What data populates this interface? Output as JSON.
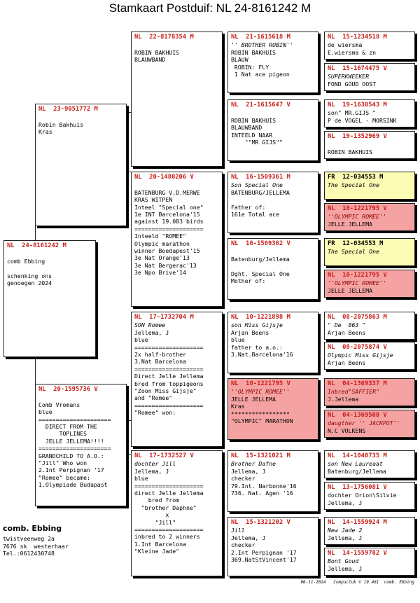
{
  "title": "Stamkaart Postduif: NL  24-8161242 M",
  "owner": {
    "name": "comb. Ebbing",
    "lines": [
      "twistveenweg 2a",
      "7676 sk  westerhaar",
      "Tel.:0612430748"
    ]
  },
  "footer": "06-11-2024   Compuclub © [9.46]  comb. Ebbing",
  "cards": {
    "subject": {
      "id": "NL  24-8161242 M",
      "lines": [
        {
          "t": ""
        },
        {
          "t": "comb Ebbing"
        },
        {
          "t": ""
        },
        {
          "t": "schenking ons"
        },
        {
          "t": "genoegen 2024"
        }
      ]
    },
    "sire": {
      "id": "NL  23-9051772 M",
      "lines": [
        {
          "t": ""
        },
        {
          "t": "Robin Bakhuis"
        },
        {
          "t": "Kras"
        }
      ]
    },
    "dam": {
      "id": "NL  20-1595736 V",
      "lines": [
        {
          "t": ""
        },
        {
          "t": "Comb Vromans"
        },
        {
          "t": "blue"
        },
        {
          "t": "====================="
        },
        {
          "t": "  DIRECT FROM THE"
        },
        {
          "t": "      TOPLINES"
        },
        {
          "t": "  JELLE JELLEMA!!!!"
        },
        {
          "t": "====================="
        },
        {
          "t": "GRANDCHILD TO A.O.:"
        },
        {
          "t": "\"Jill\" Who won"
        },
        {
          "t": "2.Int Perpignan '17"
        },
        {
          "t": "\"Romee\" became:"
        },
        {
          "t": "1.Olympiade Budapast"
        }
      ]
    },
    "ss": {
      "id": "NL  22-8178354 M",
      "lines": [
        {
          "t": ""
        },
        {
          "t": "ROBIN BAKHUIS"
        },
        {
          "t": "BLAUWBAND"
        }
      ]
    },
    "sd": {
      "id": "NL  20-1480206 V",
      "lines": [
        {
          "t": ""
        },
        {
          "t": "BATENBURG V.D.MERWE"
        },
        {
          "t": "KRAS WITPEN"
        },
        {
          "t": "Inteel \"Special one\""
        },
        {
          "t": "1e INT Barcelona'15"
        },
        {
          "t": "against 19.083 birds"
        },
        {
          "t": "===================="
        },
        {
          "t": "Inteeld \"ROMEE\""
        },
        {
          "t": "Olympic marathon"
        },
        {
          "t": "winner Boedapest'15"
        },
        {
          "t": "3e Nat Orange'13"
        },
        {
          "t": "3e Nat Bergerac'13"
        },
        {
          "t": "3e Npo Brive'14"
        }
      ]
    },
    "ds": {
      "id": "NL  17-1732704 M",
      "lines": [
        {
          "t": "SON Romee",
          "i": true
        },
        {
          "t": "Jellema, J"
        },
        {
          "t": "blue"
        },
        {
          "t": "===================="
        },
        {
          "t": "2x half-brother"
        },
        {
          "t": "3.Nat Barcelona"
        },
        {
          "t": "===================="
        },
        {
          "t": "Direct Jelle Jellema"
        },
        {
          "t": "bred from toppigeons"
        },
        {
          "t": "\"Zoon Miss Gijsje\""
        },
        {
          "t": "and \"Romee\""
        },
        {
          "t": "===================="
        },
        {
          "t": "\"Romee\" won:"
        }
      ]
    },
    "dd": {
      "id": "NL  17-1732527 V",
      "lines": [
        {
          "t": "dochter Jill",
          "i": true
        },
        {
          "t": "Jellema, J"
        },
        {
          "t": "blue"
        },
        {
          "t": "===================="
        },
        {
          "t": "direct Jelle Jellema"
        },
        {
          "t": "    bred from"
        },
        {
          "t": "  \"brother Daphne\""
        },
        {
          "t": "         x"
        },
        {
          "t": "      \"Jill\""
        },
        {
          "t": "===================="
        },
        {
          "t": "inbred to 2 winners"
        },
        {
          "t": "1.Int Barcelona"
        },
        {
          "t": "\"Kleine Jade\""
        }
      ]
    },
    "sss": {
      "id": "NL  21-1615618 M",
      "lines": [
        {
          "t": "'' BROTHER ROBIN''",
          "i": true
        },
        {
          "t": "ROBIN BAKHUIS"
        },
        {
          "t": "BLAUW"
        },
        {
          "t": " ROBIN: FLY"
        },
        {
          "t": " 1 Nat ace pigeon"
        }
      ]
    },
    "ssd": {
      "id": "NL  21-1615647 V",
      "lines": [
        {
          "t": ""
        },
        {
          "t": "ROBIN BAKHUIS"
        },
        {
          "t": "BLAUWBAND"
        },
        {
          "t": "INTEELD NAAR"
        },
        {
          "t": "    \"\"MR GIJS\"\""
        }
      ]
    },
    "sds": {
      "id": "NL  16-1509361 M",
      "lines": [
        {
          "t": "Son Special One",
          "i": true
        },
        {
          "t": "BATENBURG/JELLEMA"
        },
        {
          "t": ""
        },
        {
          "t": "Father of:"
        },
        {
          "t": "161e Total ace"
        }
      ]
    },
    "sdd": {
      "id": "NL  16-1509362 V",
      "lines": [
        {
          "t": ""
        },
        {
          "t": "Batenburg/Jellema"
        },
        {
          "t": ""
        },
        {
          "t": "Dght. Special One"
        },
        {
          "t": "Mother of:"
        }
      ]
    },
    "dss": {
      "id": "NL  10-1221898 M",
      "lines": [
        {
          "t": "son Miss Gijsje",
          "i": true
        },
        {
          "t": "Arjan Beens"
        },
        {
          "t": "blue"
        },
        {
          "t": "father to a.o.:"
        },
        {
          "t": "3.Nat.Barcelona'16"
        }
      ]
    },
    "dsd": {
      "id": "NL  10-1221795 V",
      "lines": [
        {
          "t": "''OLYMPIC ROMEE''",
          "i": true
        },
        {
          "t": "JELLE JELLEMA"
        },
        {
          "t": "Kras"
        },
        {
          "t": "*****************"
        },
        {
          "t": "\"OLYMPIC\" MARATHON"
        }
      ]
    },
    "dds": {
      "id": "NL  15-1321021 M",
      "lines": [
        {
          "t": "Brother Dafne",
          "i": true
        },
        {
          "t": "Jellema, J"
        },
        {
          "t": "checker"
        },
        {
          "t": "79.Int. Narbonne'16"
        },
        {
          "t": "736. Nat. Agen '16"
        }
      ]
    },
    "ddd": {
      "id": "NL  15-1321202 V",
      "lines": [
        {
          "t": "Jill",
          "i": true
        },
        {
          "t": "Jellema, J"
        },
        {
          "t": "checker"
        },
        {
          "t": "2.Int Perpignan '17"
        },
        {
          "t": "369.NatStVincent'17"
        }
      ]
    },
    "g1": {
      "id": "NL  15-1234518 M",
      "lines": [
        {
          "t": "de wiersma"
        },
        {
          "t": "E.wiersma & zn"
        }
      ]
    },
    "g2": {
      "id": "NL  15-1674475 V",
      "lines": [
        {
          "t": "SUPERKWEEKER",
          "i": true
        },
        {
          "t": "FOND GOUD OOST"
        }
      ]
    },
    "g3": {
      "id": "NL  19-1630543 M",
      "lines": [
        {
          "t": "son\" MR.GIJS \""
        },
        {
          "t": "P de VOGEL - MORSINK"
        }
      ]
    },
    "g4": {
      "id": "NL  19-1352969 V",
      "lines": [
        {
          "t": ""
        },
        {
          "t": "ROBIN BAKHUIS"
        }
      ]
    },
    "g5": {
      "id": "FR  12-034553 M",
      "lines": [
        {
          "t": "The Special One",
          "i": true
        }
      ]
    },
    "g6": {
      "id": "NL  10-1221795 V",
      "lines": [
        {
          "t": "''OLYMPIC ROMEE''",
          "i": true
        },
        {
          "t": "JELLE JELLEMA"
        }
      ]
    },
    "g7": {
      "id": "FR  12-034553 M",
      "lines": [
        {
          "t": "The Special One",
          "i": true
        }
      ]
    },
    "g8": {
      "id": "NL  10-1221795 V",
      "lines": [
        {
          "t": "''OLYMPIC ROMEE''",
          "i": true
        },
        {
          "t": "JELLE JELLEMA"
        }
      ]
    },
    "g9": {
      "id": "NL  08-2075863 M",
      "lines": [
        {
          "t": "\" De  863 \"",
          "i": true
        },
        {
          "t": "Arjan Beens"
        }
      ]
    },
    "g10": {
      "id": "NL  08-2075874 V",
      "lines": [
        {
          "t": "Olympic Miss Gijsje",
          "i": true
        },
        {
          "t": "Arjan Beens"
        }
      ]
    },
    "g11": {
      "id": "NL  04-1369337 M",
      "lines": [
        {
          "t": "Inbred\"SAFFIER\"",
          "i": true
        },
        {
          "t": "J.Jellema"
        }
      ]
    },
    "g12": {
      "id": "NL  04-1369500 V",
      "lines": [
        {
          "t": "daugther '' JACKPOT''",
          "i": true
        },
        {
          "t": "N.C VOLKENS"
        }
      ]
    },
    "g13": {
      "id": "NL  14-1040735 M",
      "lines": [
        {
          "t": "son New Laureaat",
          "i": true
        },
        {
          "t": "Batenburg/Jellema"
        }
      ]
    },
    "g14": {
      "id": "NL  13-1756081 V",
      "lines": [
        {
          "t": "dochter Orion\\Silvie"
        },
        {
          "t": "Jellema, J"
        }
      ]
    },
    "g15": {
      "id": "NL  14-1559924 M",
      "lines": [
        {
          "t": "New Jade 2",
          "i": true
        },
        {
          "t": "Jellema, J"
        }
      ]
    },
    "g16": {
      "id": "NL  14-1559782 V",
      "lines": [
        {
          "t": "Bont Goud",
          "i": true
        },
        {
          "t": "Jellema, J"
        }
      ]
    }
  }
}
